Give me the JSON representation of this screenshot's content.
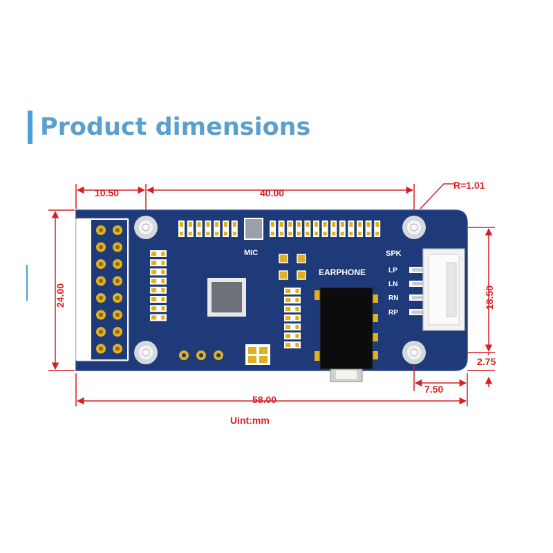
{
  "title": "Product dimensions",
  "dimensions": {
    "left_offset": "10.50",
    "hole_spacing": "40.00",
    "corner_radius": "R=1.01",
    "board_height": "24.00",
    "hole_vertical": "18.50",
    "width_total": "58.00",
    "edge_offset": "2.75",
    "hole_edge": "7.50"
  },
  "unit_label": "Uint:mm",
  "board_labels": {
    "mic": "MIC",
    "earphone": "EARPHONE",
    "spk": "SPK",
    "lp": "LP",
    "ln": "LN",
    "rn": "RN",
    "rp": "RP"
  },
  "colors": {
    "title": "#5a9fcd",
    "accent_bar": "#4a9ed6",
    "dimension": "#d61f24",
    "pcb": "#1f3a78",
    "pad": "#e0b020"
  }
}
